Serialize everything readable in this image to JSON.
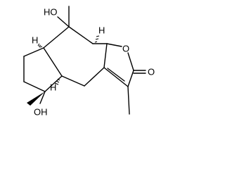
{
  "molecule": {
    "labels": {
      "oh_top": "HO",
      "h_left": "H",
      "h_right": "H",
      "ring_oxygen": "O",
      "carbonyl_oxygen": "O",
      "h_lower": "H",
      "oh_bottom": "OH"
    }
  },
  "colors": {
    "bond": "#000000",
    "label": "#000000",
    "background": "#ffffff"
  }
}
